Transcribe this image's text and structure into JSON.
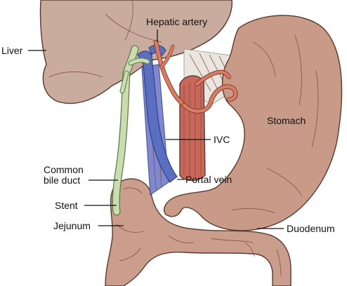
{
  "labels": {
    "liver": "Liver",
    "hepatic_artery": "Hepatic artery",
    "stomach": "Stomach",
    "ivc": "IVC",
    "common_bile_duct_line1": "Common",
    "common_bile_duct_line2": "bile duct",
    "portal_vein": "Portal vein",
    "stent": "Stent",
    "jejunum": "Jejunum",
    "duodenum": "Duodenum"
  },
  "colors": {
    "liver": "#c9ac9e",
    "stomach": "#c99a88",
    "bowel": "#cb9d8c",
    "bile_duct": "#c9ddb0",
    "ivc": "#6f78c9",
    "portal_vein": "#5a6fc2",
    "artery": "#d77f66",
    "aorta": "#c9685a",
    "ligament": "#e9e6e0"
  }
}
